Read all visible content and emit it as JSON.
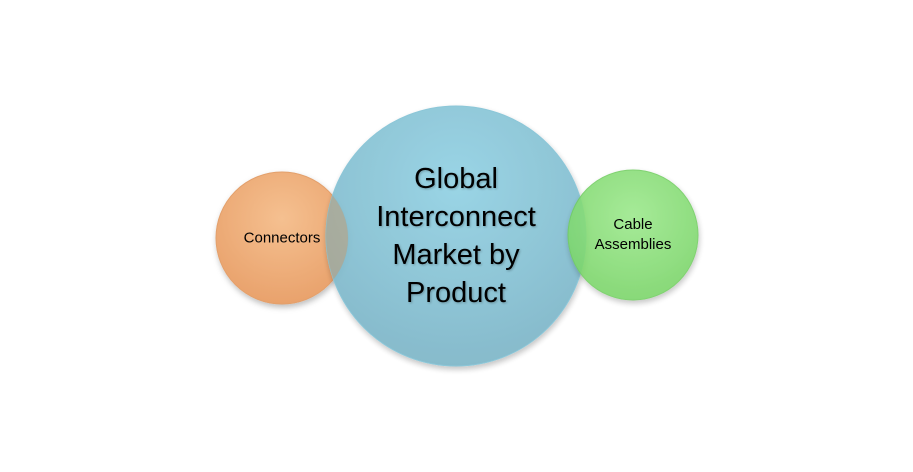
{
  "diagram": {
    "center": {
      "label": "Global Interconnect Market by Product",
      "lines": [
        "Global",
        "Interconnect",
        "Market by",
        "Product"
      ],
      "color": "#8ac8da"
    },
    "nodes": [
      {
        "label": "Connectors",
        "lines": [
          "Connectors"
        ],
        "color": "#f0b07c"
      },
      {
        "label": "Cable Assemblies",
        "lines": [
          "Cable",
          "Assemblies"
        ],
        "color": "#8ee07a"
      }
    ]
  }
}
